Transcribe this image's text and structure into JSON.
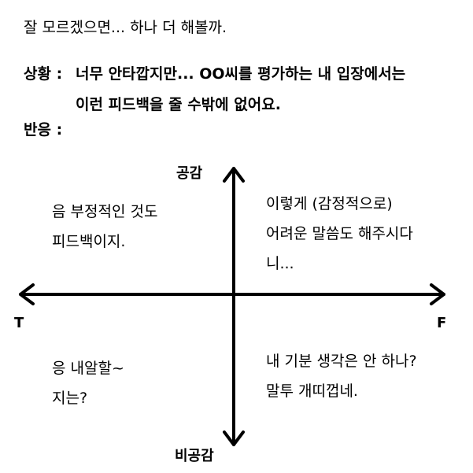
{
  "header": {
    "title": "잘 모르겠으면... 하나 더 해볼까."
  },
  "situation": {
    "label": "상황 :",
    "line1": "너무 안타깝지만... OO씨를 평가하는 내 입장에서는",
    "line2": "이런 피드백을 줄 수밖에 없어요."
  },
  "reaction": {
    "label": "반응 :"
  },
  "axes": {
    "top": "공감",
    "bottom": "비공감",
    "left": "T",
    "right": "F"
  },
  "quadrants": {
    "top_left": [
      "음 부정적인 것도",
      "피드백이지."
    ],
    "top_right": [
      "이렇게 (감정적으로)",
      "어려운 말씀도 해주시다",
      "니..."
    ],
    "bottom_left": [
      "응 내알할~",
      "지는?"
    ],
    "bottom_right": [
      "내 기분 생각은 안 하나?",
      "말투 개띠껍네."
    ]
  }
}
